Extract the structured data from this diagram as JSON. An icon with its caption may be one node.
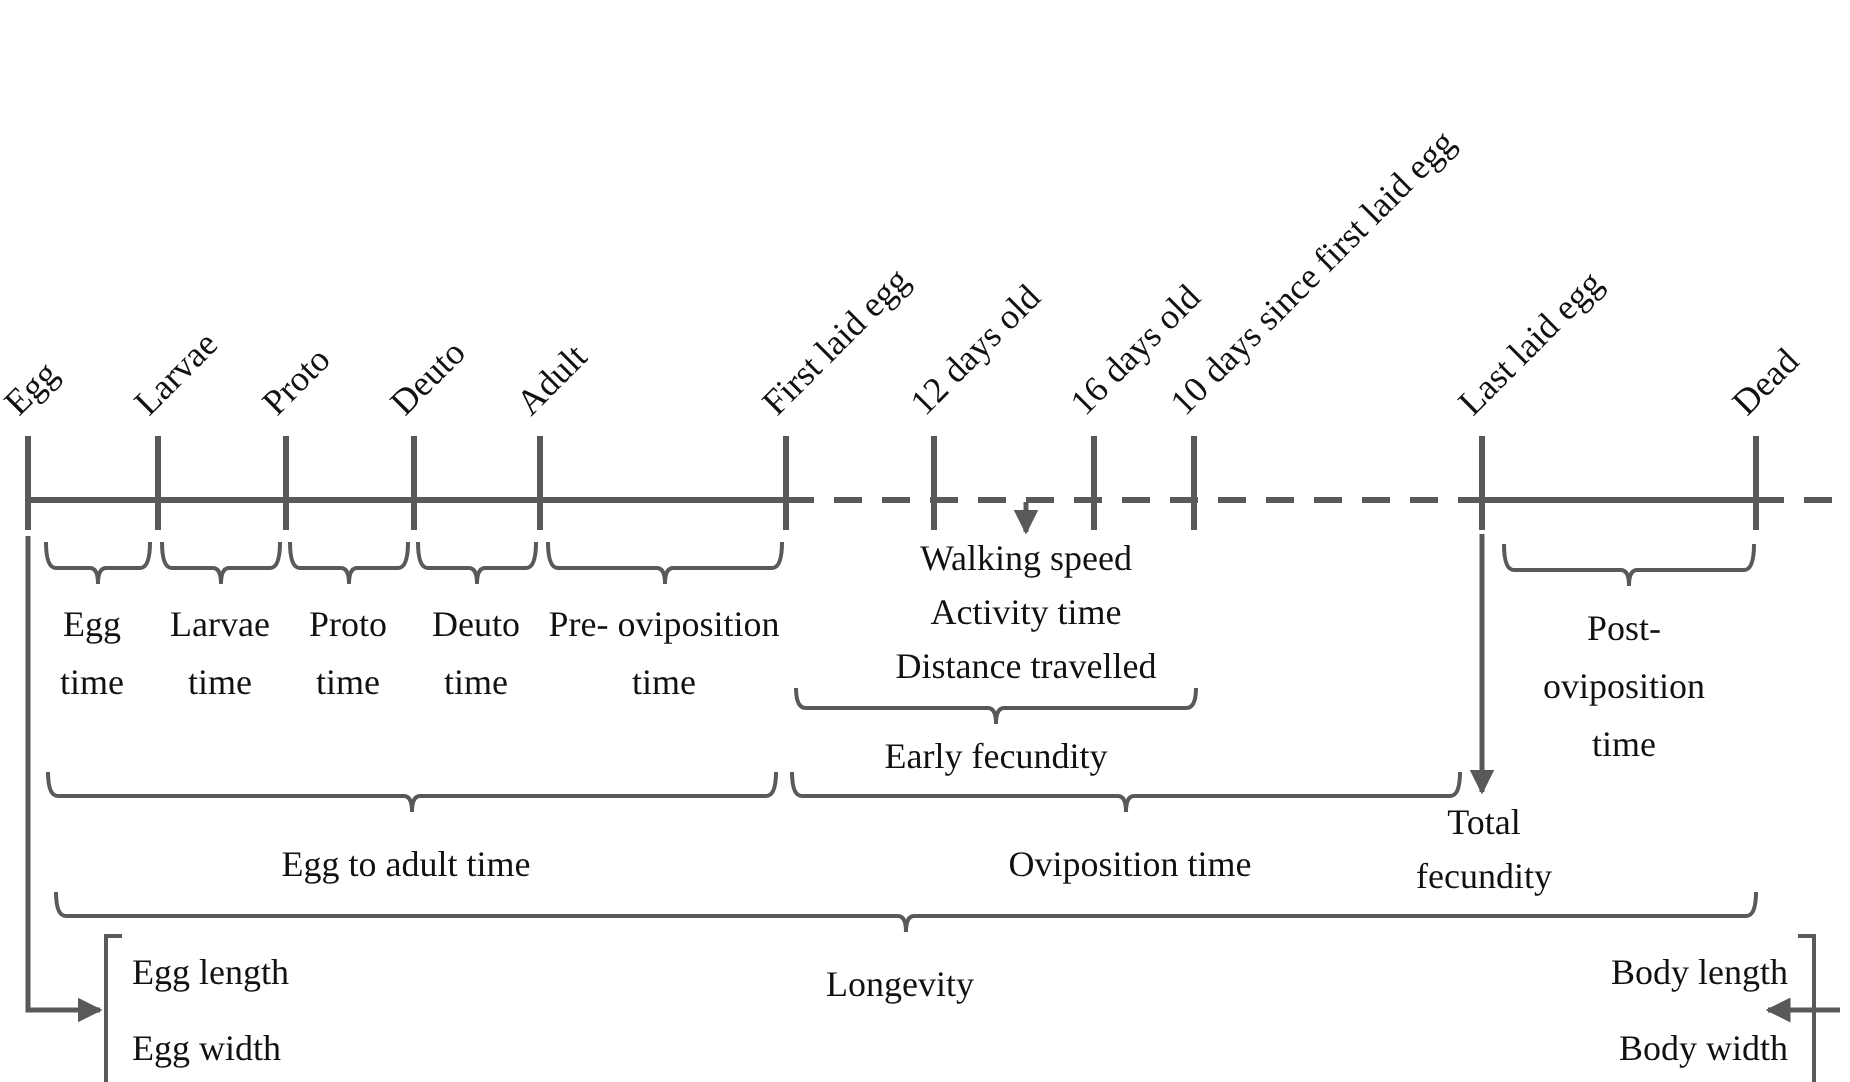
{
  "diagram": {
    "nodes": [
      {
        "text": [
          "Walking speed",
          "Activity time",
          "Distance travelled"
        ]
      },
      {
        "text": [
          "Total fecundity"
        ]
      },
      {
        "text": [
          "Egg length",
          "Egg width"
        ]
      },
      {
        "text": [
          "Body length",
          "Body width"
        ]
      }
    ],
    "edges": [
      {
        "from": null,
        "to": 0,
        "arrow": "to"
      },
      {
        "from": null,
        "to": 1,
        "arrow": "to"
      },
      {
        "from": null,
        "to": 2,
        "arrow": "to"
      },
      {
        "from": null,
        "to": 3,
        "arrow": "to"
      }
    ],
    "labels": [
      "Egg",
      "Larvae",
      "Proto",
      "Deuto",
      "Adult",
      "First laid egg",
      "12 days old",
      "16 days old",
      "10 days since first laid egg",
      "Last laid egg",
      "Dead",
      "Egg time",
      "Larvae time",
      "Proto time",
      "Deuto time",
      "Pre- oviposition time",
      "Early fecundity",
      "Egg to adult time",
      "Oviposition time",
      "Post- oviposition time",
      "Longevity"
    ]
  }
}
